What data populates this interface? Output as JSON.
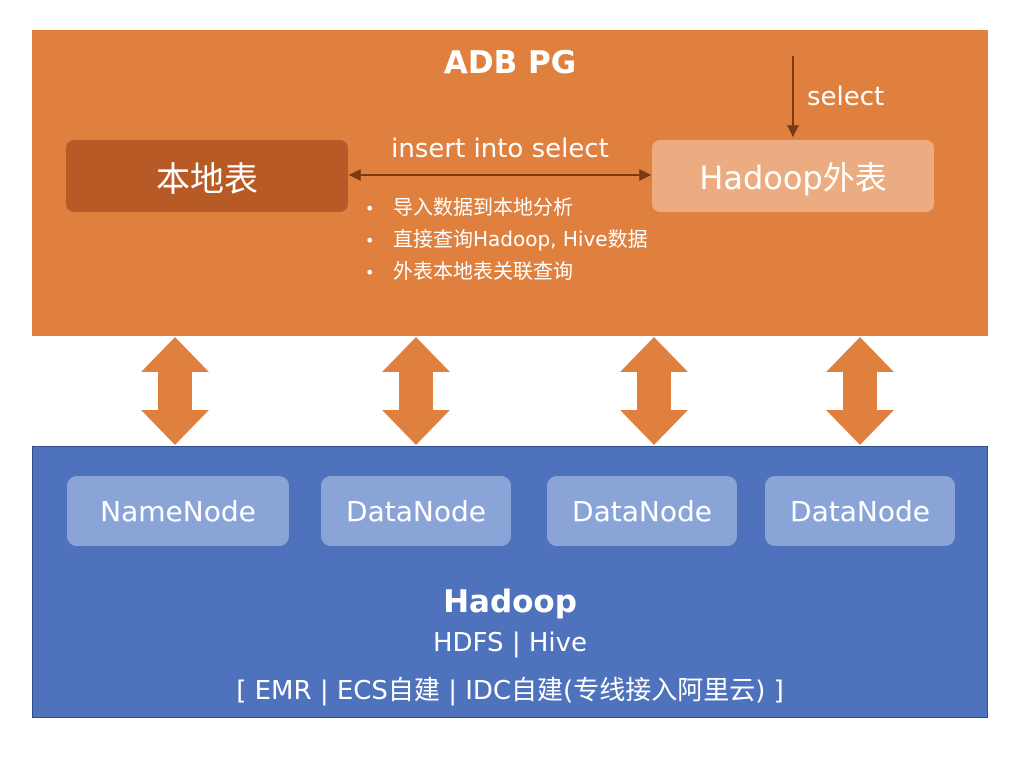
{
  "adb": {
    "title": "ADB PG",
    "local_table": "本地表",
    "external_table": "Hadoop外表",
    "insert_label": "insert into select",
    "select_label": "select",
    "features": [
      "导入数据到本地分析",
      "直接查询Hadoop, Hive数据",
      "外表本地表关联查询"
    ]
  },
  "hadoop": {
    "nodes": [
      "NameNode",
      "DataNode",
      "DataNode",
      "DataNode"
    ],
    "title": "Hadoop",
    "subtitle": "HDFS | Hive",
    "deploy": "[ EMR | ECS自建 | IDC自建(专线接入阿里云) ]"
  },
  "colors": {
    "adb_panel": "#e0803f",
    "local_table": "#b85a25",
    "external_table": "#ebac82",
    "hadoop_panel": "#4f72bd",
    "node_box": "#8aa4d8",
    "connector_arrow": "#e0803f",
    "insert_arrow": "#7a3a14"
  }
}
